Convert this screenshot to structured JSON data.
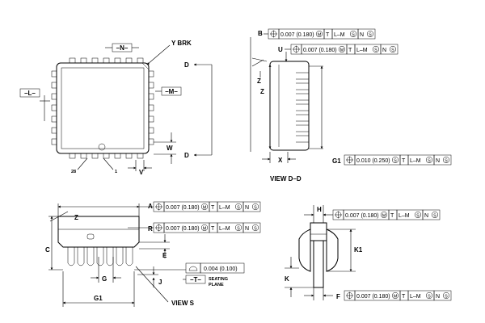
{
  "labels": {
    "n": "–N–",
    "l": "–L–",
    "m": "–M–",
    "t": "–T–",
    "y_brk": "Y BRK",
    "d": "D",
    "w": "W",
    "v": "V",
    "pin28": "28",
    "pin1": "1",
    "b": "B",
    "u": "U",
    "z": "Z",
    "x": "X",
    "g1": "G1",
    "view_dd": "VIEW D–D",
    "a": "A",
    "r": "R",
    "c": "C",
    "e": "E",
    "g": "G",
    "j": "J",
    "view_s": "VIEW S",
    "h": "H",
    "k1": "K1",
    "k": "K",
    "f": "F",
    "seating_plane_1": "SEATING",
    "seating_plane_2": "PLANE"
  },
  "tolerances": {
    "b": [
      "0.007 (0.180)",
      "M",
      "T",
      "L–M",
      "S",
      "N",
      "S"
    ],
    "u": [
      "0.007 (0.180)",
      "M",
      "T",
      "L–M",
      "S",
      "N",
      "S"
    ],
    "g1": [
      "0.010 (0.250)",
      "S",
      "T",
      "L–M",
      "S",
      "N",
      "S"
    ],
    "a": [
      "0.007 (0.180)",
      "M",
      "T",
      "L–M",
      "S",
      "N",
      "S"
    ],
    "r": [
      "0.007 (0.180)",
      "M",
      "T",
      "L–M",
      "S",
      "N",
      "S"
    ],
    "h": [
      "0.007 (0.180)",
      "M",
      "T",
      "L–M",
      "S",
      "N",
      "S"
    ],
    "f": [
      "0.007 (0.180)",
      "M",
      "T",
      "L–M",
      "S",
      "N",
      "S"
    ],
    "flatness": "0.004 (0.100)"
  }
}
